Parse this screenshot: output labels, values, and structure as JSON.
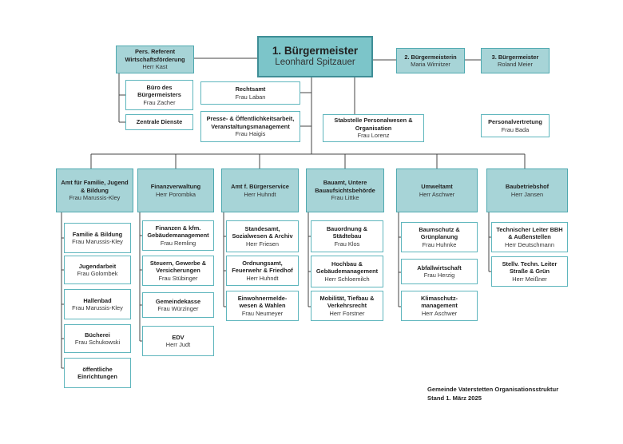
{
  "mayor": {
    "title": "1. Bürgermeister",
    "person": "Leonhard Spitzauer"
  },
  "deputy2": {
    "title": "2. Bürgermeisterin",
    "person": "Maria Wirnitzer"
  },
  "deputy3": {
    "title": "3. Bürgermeister",
    "person": "Roland Meier"
  },
  "staff": {
    "referent": {
      "title": "Pers. Referent Wirtschaftsförderung",
      "person": "Herr Kast"
    },
    "buero": {
      "title": "Büro des Bürgermeisters",
      "person": "Frau Zacher"
    },
    "zentrale": {
      "title": "Zentrale Dienste",
      "person": ""
    },
    "rechtsamt": {
      "title": "Rechtsamt",
      "person": "Frau Laban"
    },
    "presse": {
      "title": "Presse- & Öffentlichkeitsarbeit, Veranstaltungsmanagement",
      "person": "Frau Haigis"
    },
    "stabstelle": {
      "title": "Stabstelle Personalwesen & Organisation",
      "person": "Frau Lorenz"
    },
    "personalvertretung": {
      "title": "Personalvertretung",
      "person": "Frau Bada"
    }
  },
  "departments": [
    {
      "title": "Amt für Familie, Jugend & Bildung",
      "person": "Frau Marussis-Kley",
      "units": [
        {
          "title": "Familie & Bildung",
          "person": "Frau Marussis-Kley"
        },
        {
          "title": "Jugendarbeit",
          "person": "Frau Golombek"
        },
        {
          "title": "Hallenbad",
          "person": "Frau Marussis-Kley"
        },
        {
          "title": "Bücherei",
          "person": "Frau Schukowski"
        },
        {
          "title": "öffentliche Einrichtungen",
          "person": ""
        }
      ]
    },
    {
      "title": "Finanzverwaltung",
      "person": "Herr Porombka",
      "units": [
        {
          "title": "Finanzen & kfm. Gebäudemanagement",
          "person": "Frau Remling"
        },
        {
          "title": "Steuern, Gewerbe & Versicherungen",
          "person": "Frau Stübinger"
        },
        {
          "title": "Gemeindekasse",
          "person": "Frau Würzinger"
        },
        {
          "title": "EDV",
          "person": "Herr Judt"
        }
      ]
    },
    {
      "title": "Amt f. Bürgerservice",
      "person": "Herr Huhndt",
      "units": [
        {
          "title": "Standesamt, Sozialwesen & Archiv",
          "person": "Herr Friesen"
        },
        {
          "title": "Ordnungsamt, Feuerwehr & Friedhof",
          "person": "Herr Huhndt"
        },
        {
          "title": "Einwohnermelde-wesen & Wahlen",
          "person": "Frau Neumeyer"
        }
      ]
    },
    {
      "title": "Bauamt, Untere Bauaufsichtsbehörde",
      "person": "Frau Littke",
      "units": [
        {
          "title": "Bauordnung & Städtebau",
          "person": "Frau Klos"
        },
        {
          "title": "Hochbau & Gebäudemanagement",
          "person": "Herr Schloemilch"
        },
        {
          "title": "Mobilität, Tiefbau & Verkehrsrecht",
          "person": "Herr Forstner"
        }
      ]
    },
    {
      "title": "Umweltamt",
      "person": "Herr Aschwer",
      "units": [
        {
          "title": "Baumschutz & Grünplanung",
          "person": "Frau Huhnke"
        },
        {
          "title": "Abfallwirtschaft",
          "person": "Frau Herzig"
        },
        {
          "title": "Klimaschutz-management",
          "person": "Herr Aschwer"
        }
      ]
    },
    {
      "title": "Baubetriebshof",
      "person": "Herr Jansen",
      "units": [
        {
          "title": "Technischer Leiter BBH & Außenstellen",
          "person": "Herr Deutschmann"
        },
        {
          "title": "Stellv. Techn. Leiter Straße & Grün",
          "person": "Herr Meißner"
        }
      ]
    }
  ],
  "footer": {
    "line1": "Gemeinde Vaterstetten Organisationsstruktur",
    "line2": "Stand 1. März 2025"
  }
}
